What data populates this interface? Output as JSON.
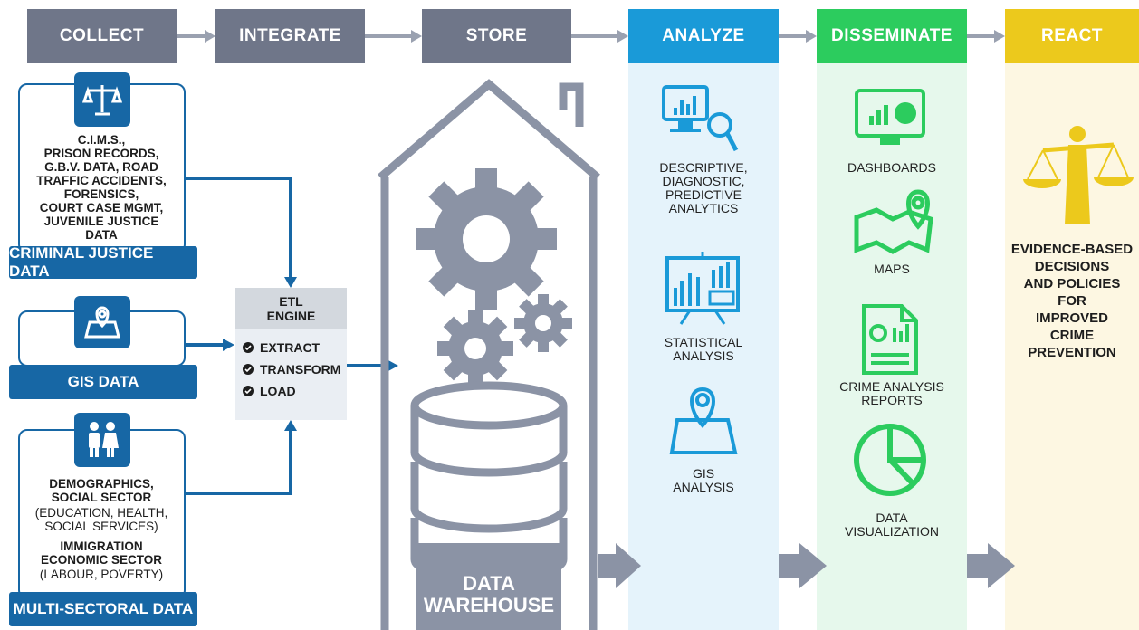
{
  "stages": [
    {
      "label": "COLLECT"
    },
    {
      "label": "INTEGRATE"
    },
    {
      "label": "STORE"
    },
    {
      "label": "ANALYZE"
    },
    {
      "label": "DISSEMINATE"
    },
    {
      "label": "REACT"
    }
  ],
  "colors": {
    "stage_gray": "#6f7689",
    "analyze": "#1a9ad8",
    "disseminate": "#2ccc5e",
    "react": "#ecc91c",
    "source_blue": "#1767a5"
  },
  "sources": {
    "criminal": {
      "text": "C.I.M.S.,\nPRISON RECORDS,\nG.B.V. DATA, ROAD\nTRAFFIC ACCIDENTS,\nFORENSICS,\nCOURT CASE MGMT,\nJUVENILE JUSTICE\nDATA",
      "label": "CRIMINAL JUSTICE DATA",
      "icon": "scales-icon"
    },
    "gis": {
      "label": "GIS DATA",
      "icon": "map-pin-icon"
    },
    "multi": {
      "text_a": "DEMOGRAPHICS,\nSOCIAL SECTOR",
      "text_b": "(EDUCATION, HEALTH,\nSOCIAL SERVICES)",
      "text_c": "IMMIGRATION\nECONOMIC SECTOR",
      "text_d": "(LABOUR, POVERTY)",
      "label": "MULTI-SECTORAL DATA",
      "icon": "people-icon"
    }
  },
  "etl": {
    "title": "ETL\nENGINE",
    "items": [
      "EXTRACT",
      "TRANSFORM",
      "LOAD"
    ]
  },
  "warehouse": {
    "label": "DATA\nWAREHOUSE"
  },
  "analyze": {
    "items": [
      {
        "label": "DESCRIPTIVE,\nDIAGNOSTIC,\nPREDICTIVE\nANALYTICS",
        "icon": "monitor-search-icon"
      },
      {
        "label": "STATISTICAL\nANALYSIS",
        "icon": "presentation-board-icon"
      },
      {
        "label": "GIS\nANALYSIS",
        "icon": "map-pin-icon"
      }
    ]
  },
  "disseminate": {
    "items": [
      {
        "label": "DASHBOARDS",
        "icon": "dashboard-icon"
      },
      {
        "label": "MAPS",
        "icon": "map-icon"
      },
      {
        "label": "CRIME ANALYSIS\nREPORTS",
        "icon": "report-icon"
      },
      {
        "label": "DATA\nVISUALIZATION",
        "icon": "pie-chart-icon"
      }
    ]
  },
  "react": {
    "text": "EVIDENCE-BASED\nDECISIONS\nAND POLICIES\nFOR\nIMPROVED\nCRIME\nPREVENTION",
    "icon": "justice-figure-icon"
  }
}
